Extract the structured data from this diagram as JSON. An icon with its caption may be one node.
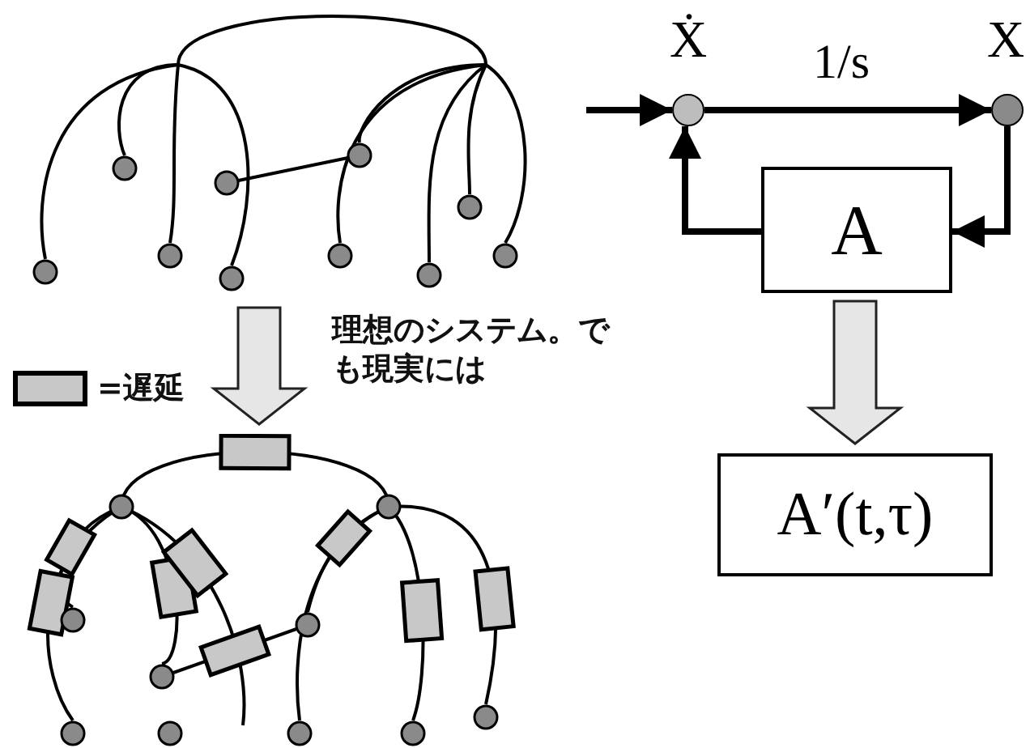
{
  "diagram": {
    "nodes": [
      {
        "text": [],
        "shape": "picture"
      },
      {
        "text": [],
        "shape": "picture"
      },
      {
        "text": [],
        "shape": "circle",
        "beside": [
          "Ẋ"
        ]
      },
      {
        "text": [],
        "shape": "circle",
        "beside": [
          "X"
        ]
      },
      {
        "text": [
          "A"
        ]
      },
      {
        "text": [
          "A′(t,τ)"
        ]
      }
    ],
    "edges": [
      {
        "from": 0,
        "to": 1,
        "arrow": "to",
        "style": "thick",
        "label": "理想のシステム。でも現実には"
      },
      {
        "from": null,
        "to": 2,
        "arrow": "to"
      },
      {
        "from": 2,
        "to": 3,
        "arrow": "to",
        "label": "1/s"
      },
      {
        "from": 3,
        "to": 4,
        "arrow": "to"
      },
      {
        "from": 4,
        "to": 2,
        "arrow": "to"
      },
      {
        "from": 4,
        "to": 5,
        "arrow": "to",
        "style": "thick"
      }
    ],
    "legend": [
      {
        "text": "=遅延",
        "color": "#c8c8c8"
      }
    ]
  }
}
